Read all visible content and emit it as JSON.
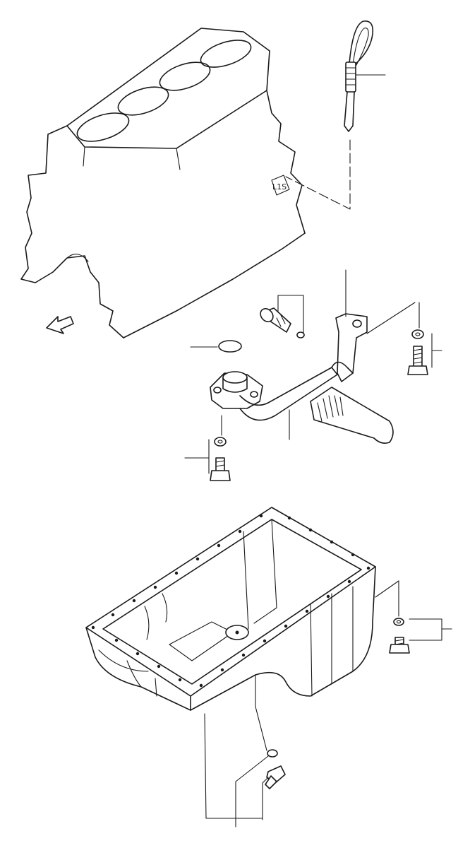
{
  "diagram": {
    "block_marking": "L1S",
    "colors": {
      "ink": "#1a1a1a",
      "paper": "#ffffff"
    },
    "parts": [
      {
        "name": "engine-block"
      },
      {
        "name": "oil-dipstick"
      },
      {
        "name": "oil-strainer-pipe"
      },
      {
        "name": "o-ring"
      },
      {
        "name": "strainer-bolt"
      },
      {
        "name": "strainer-washer"
      },
      {
        "name": "bracket-bolt"
      },
      {
        "name": "bracket-washer"
      },
      {
        "name": "flange-washer"
      },
      {
        "name": "flange-bolt"
      },
      {
        "name": "oil-pan"
      },
      {
        "name": "pan-washer"
      },
      {
        "name": "pan-bolt"
      },
      {
        "name": "drain-gasket"
      },
      {
        "name": "drain-plug"
      }
    ]
  }
}
